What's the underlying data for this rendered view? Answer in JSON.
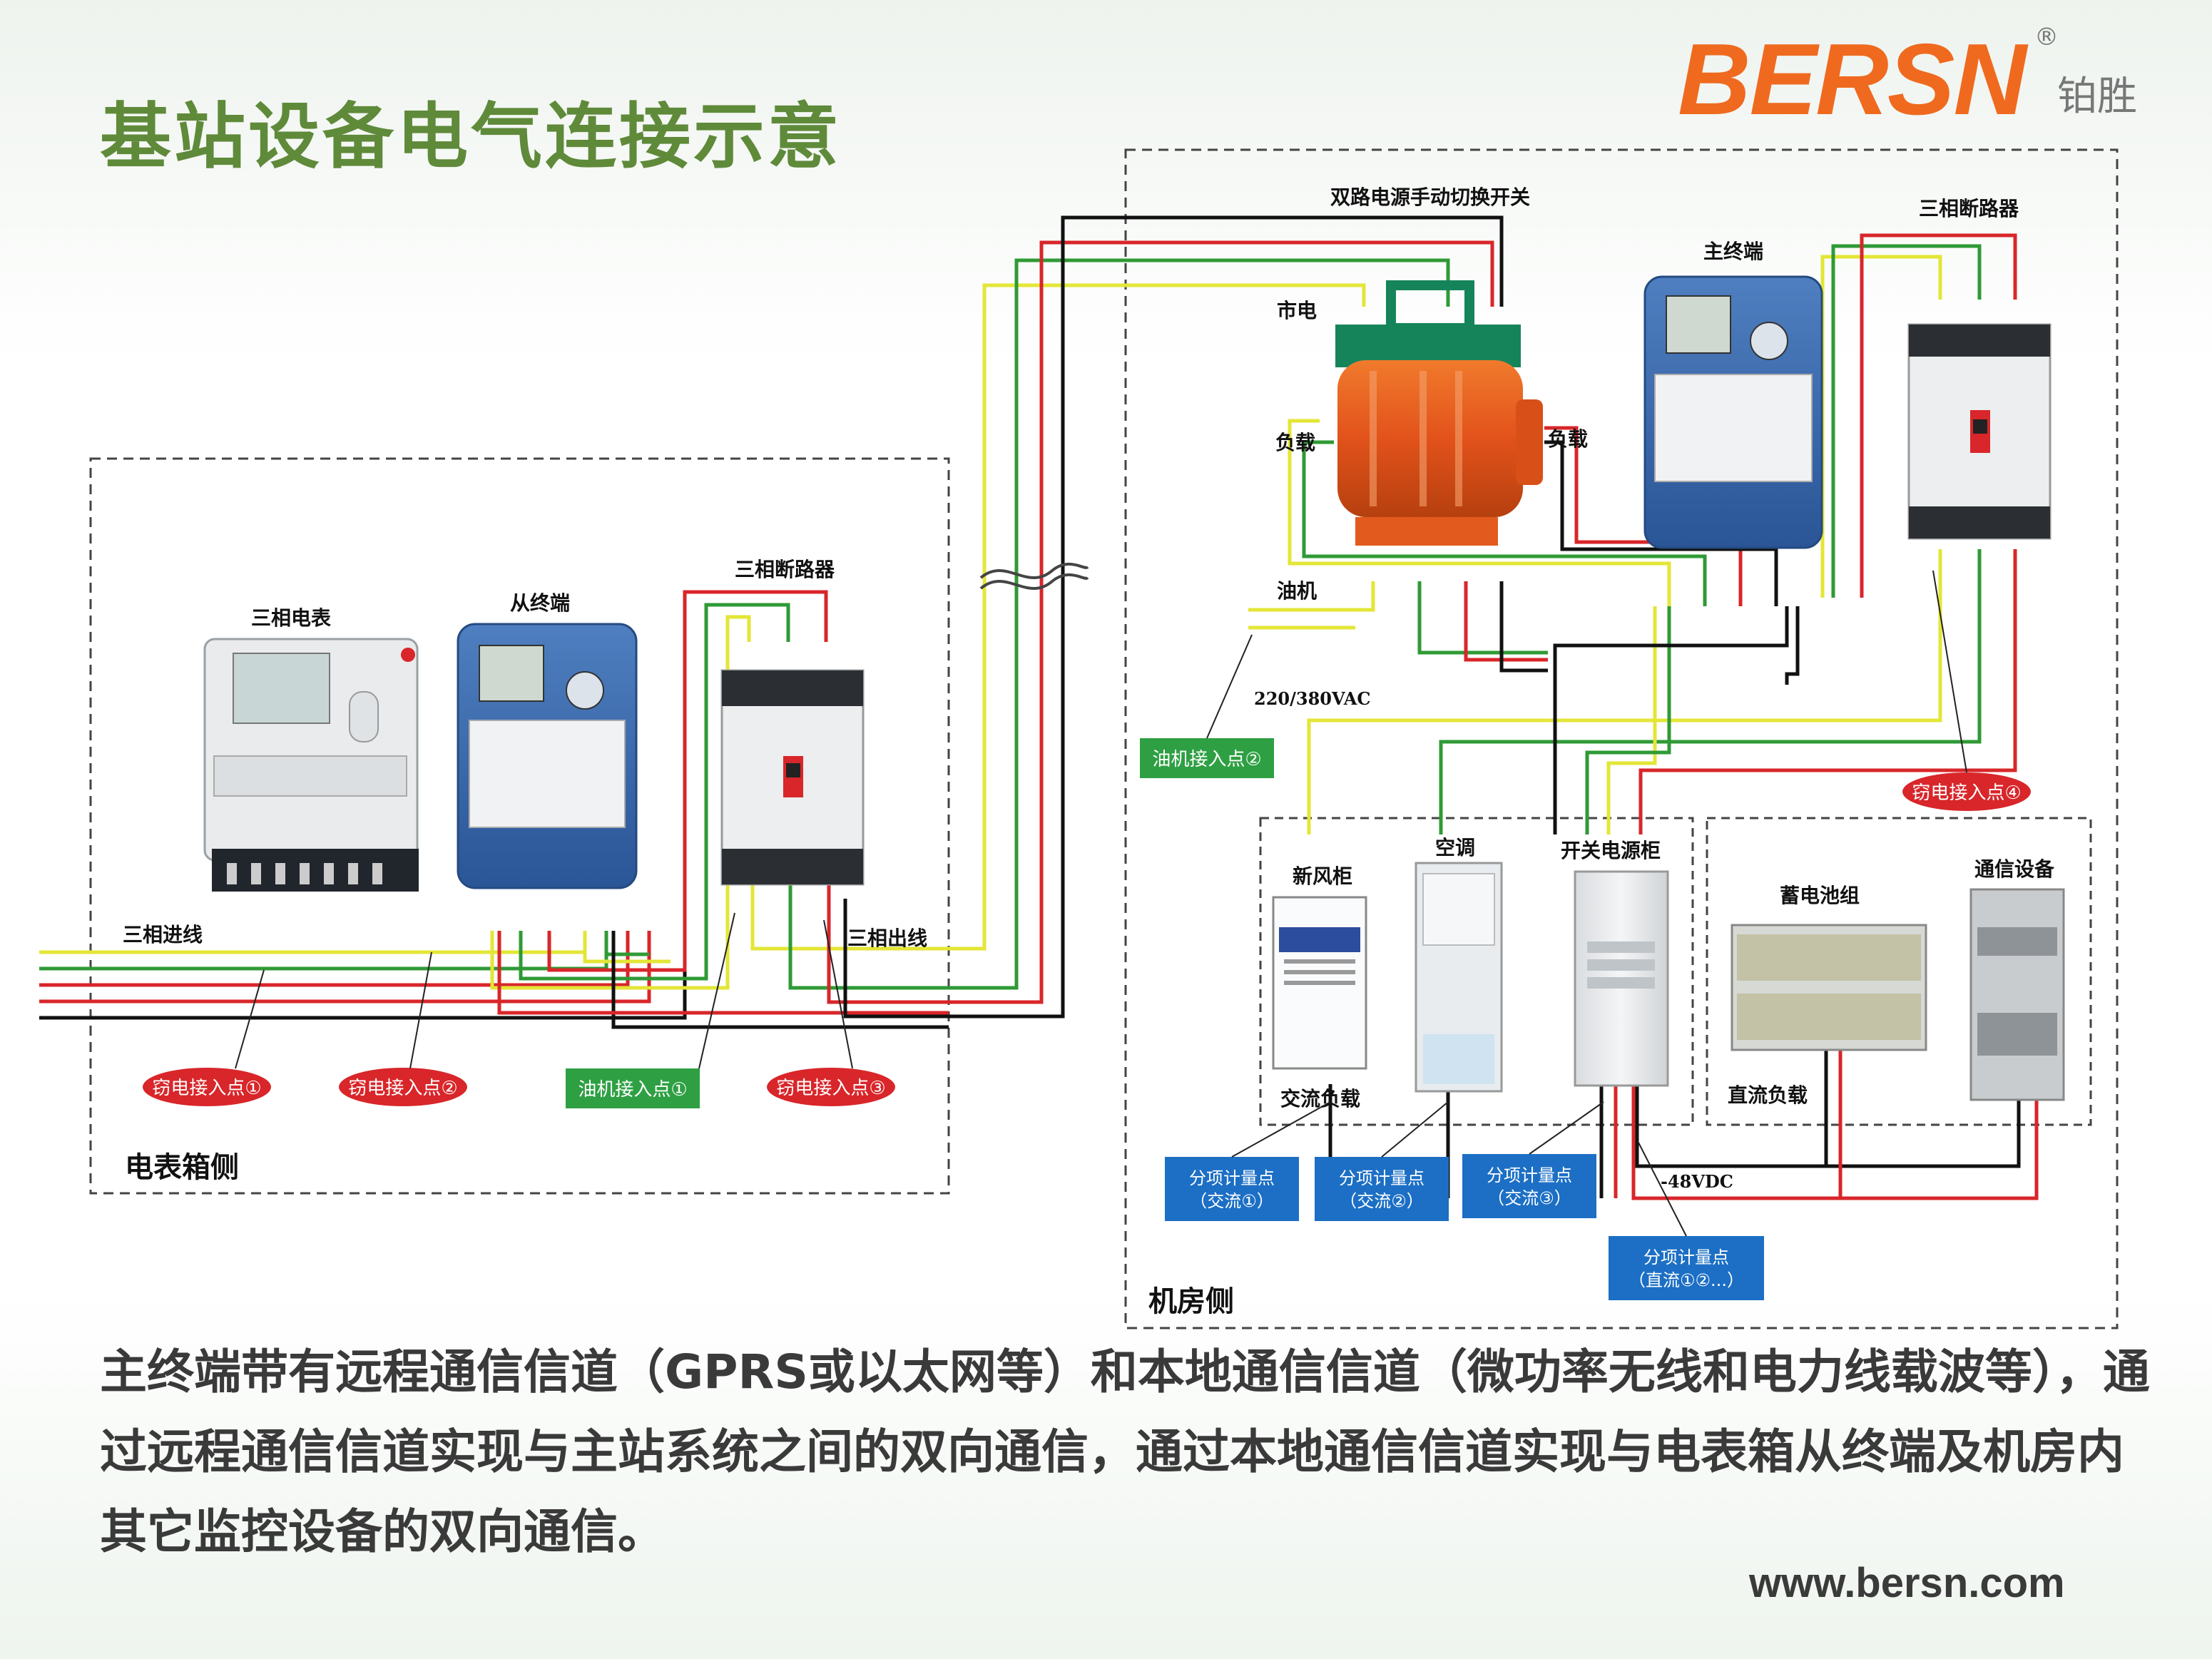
{
  "title": "基站设备电气连接示意",
  "brand": {
    "name": "BERSN",
    "registered": "®",
    "chinese": "铂胜"
  },
  "labels": {
    "meter_side": "电表箱侧",
    "room_side": "机房侧",
    "three_phase_meter": "三相电表",
    "slave_terminal": "从终端",
    "breaker_left": "三相断路器",
    "breaker_right": "三相断路器",
    "incoming_line": "三相进线",
    "outgoing_line": "三相出线",
    "dual_switch": "双路电源手动切换开关",
    "mains": "市电",
    "load_left": "负载",
    "load_right": "负载",
    "generator": "油机",
    "voltage_ac": "220/380VAC",
    "main_terminal": "主终端",
    "fresh_air": "新风柜",
    "aircon": "空调",
    "switch_power": "开关电源柜",
    "ac_load": "交流负载",
    "battery": "蓄电池组",
    "comm_equipment": "通信设备",
    "dc_load": "直流负载",
    "voltage_dc": "-48VDC"
  },
  "tags": {
    "steal1": "窃电接入点①",
    "steal2": "窃电接入点②",
    "steal3": "窃电接入点③",
    "steal4": "窃电接入点④",
    "gen1": "油机接入点①",
    "gen2": "油机接入点②",
    "sub_ac1_l1": "分项计量点",
    "sub_ac1_l2": "（交流①）",
    "sub_ac2_l1": "分项计量点",
    "sub_ac2_l2": "（交流②）",
    "sub_ac3_l1": "分项计量点",
    "sub_ac3_l2": "（交流③）",
    "sub_dc_l1": "分项计量点",
    "sub_dc_l2": "（直流①②...）"
  },
  "colors": {
    "title": "#5f8a3a",
    "brand": "#ef6a1f",
    "wire_yellow": "#e3e636",
    "wire_green": "#2f9a35",
    "wire_red": "#d8262a",
    "wire_black": "#111111",
    "steal_tag": "#d8262a",
    "gen_tag": "#2ea043",
    "meter_tag": "#1c6fc4"
  },
  "description": "主终端带有远程通信信道（GPRS或以太网等）和本地通信信道（微功率无线和电力线载波等），通过远程通信信道实现与主站系统之间的双向通信，通过本地通信信道实现与电表箱从终端及机房内其它监控设备的双向通信。",
  "website": "www.bersn.com"
}
